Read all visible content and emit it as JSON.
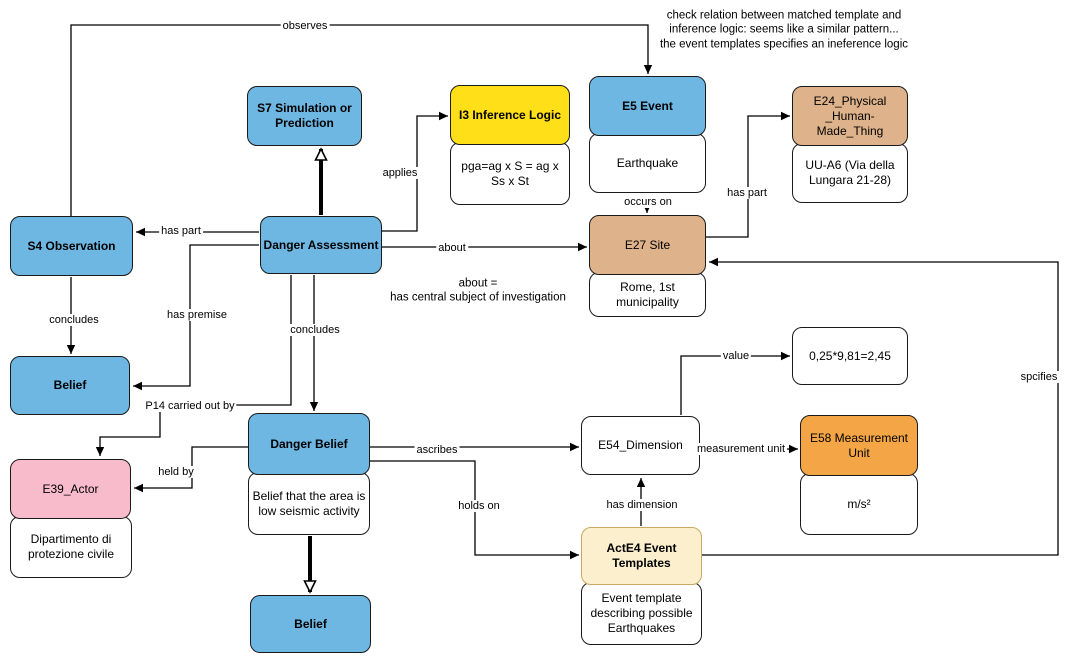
{
  "nodes": {
    "s4_observation": {
      "label": "S4 Observation"
    },
    "s7_simulation": {
      "label": "S7 Simulation or\nPrediction"
    },
    "danger_assessment": {
      "label": "Danger Assessment"
    },
    "i3_inference_logic": {
      "label": "I3 Inference Logic"
    },
    "i3_formula": {
      "label": "pga=ag x S = ag x\nSs x St"
    },
    "e5_event": {
      "label": "E5 Event"
    },
    "e5_instance": {
      "label": "Earthquake"
    },
    "e24_physical": {
      "label": "E24_Physical\n_Human-Made_Thing"
    },
    "e24_instance": {
      "label": "UU-A6 (Via della\nLungara 21-28)"
    },
    "e27_site": {
      "label": "E27 Site"
    },
    "e27_instance": {
      "label": "Rome, 1st\nmunicipality"
    },
    "belief_left": {
      "label": "Belief"
    },
    "e39_actor": {
      "label": "E39_Actor"
    },
    "e39_instance": {
      "label": "Dipartimento di\nprotezione civile"
    },
    "danger_belief": {
      "label": "Danger Belief"
    },
    "danger_belief_instance": {
      "label": "Belief that the area is\nlow seismic activity"
    },
    "belief_bottom": {
      "label": "Belief"
    },
    "value_box": {
      "label": "0,25*9,81=2,45"
    },
    "e54_dimension": {
      "label": "E54_Dimension"
    },
    "e58_measurement_unit": {
      "label": "E58 Measurement\nUnit"
    },
    "e58_instance": {
      "label": "m/s²"
    },
    "acte4_event_templates": {
      "label": "ActE4 Event\nTemplates"
    },
    "acte4_instance": {
      "label": "Event template\ndescribing possible\nEarthquakes"
    }
  },
  "edge_labels": {
    "observes": "observes",
    "applies": "applies",
    "has_part_left": "has part",
    "has_part_right": "has part",
    "about": "about",
    "occurs_on": "occurs on",
    "concludes_left": "concludes",
    "concludes_center": "concludes",
    "has_premise": "has premise",
    "p14_carried_out_by": "P14 carried out by",
    "held_by": "held by",
    "ascribes": "ascribes",
    "holds_on": "holds on",
    "value": "value",
    "measurement_unit": "measurement unit",
    "has_dimension": "has dimension",
    "spcifies": "spcifies"
  },
  "notes": {
    "top_right": "check relation between matched template and\ninference logic: seems like a similar pattern...\nthe event templates specifies an ineference logic",
    "about_definition": "about =\nhas central subject of investigation"
  },
  "colors": {
    "node_blue": "#6FB7E3",
    "node_yellow": "#FFDF17",
    "node_tan": "#DEB28A",
    "node_pink": "#F8BBCB",
    "node_orange": "#F4A545",
    "node_cream": "#FBEFCD",
    "cream_border": "#C9A85F",
    "node_white": "#FFFFFF",
    "box_border": "#1A1A1A",
    "edge": "#000000"
  }
}
